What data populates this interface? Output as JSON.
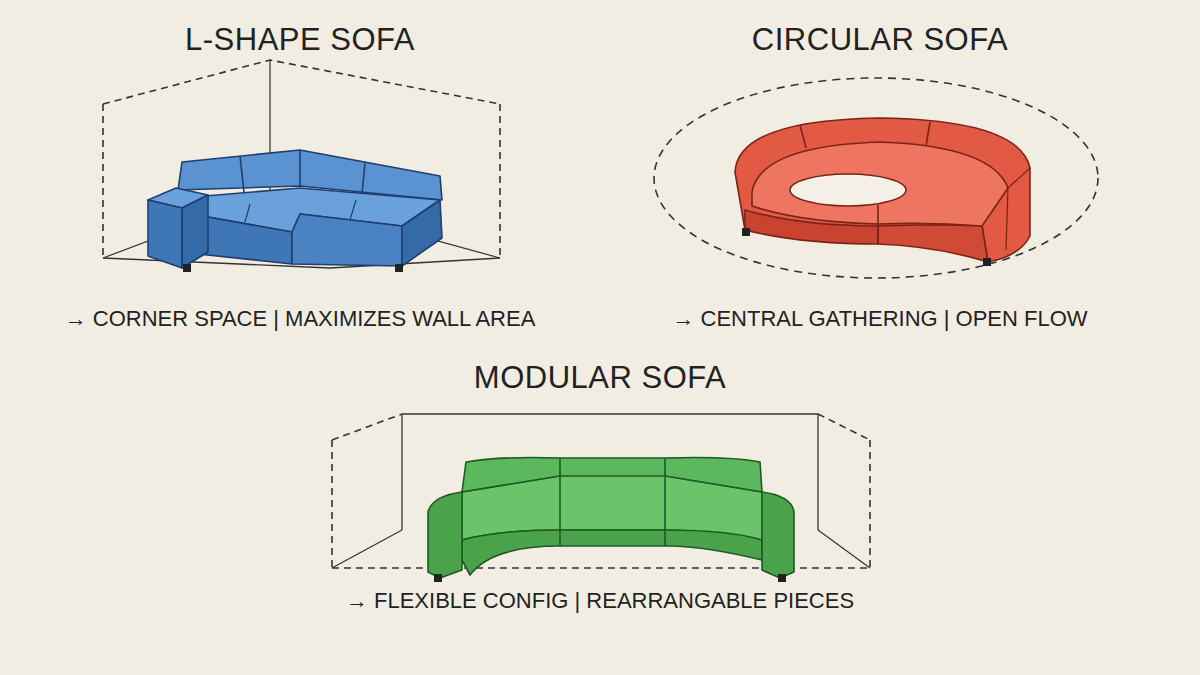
{
  "diagram": {
    "nodes": [
      {
        "text": [
          "L-SHAPE SOFA",
          "→ CORNER SPACE | MAXIMIZES WALL AREA"
        ]
      },
      {
        "text": [
          "CIRCULAR SOFA",
          "→ CENTRAL GATHERING | OPEN FLOW"
        ]
      },
      {
        "text": [
          "MODULAR SOFA",
          "→ FLEXIBLE CONFIG | REARRANGABLE PIECES"
        ]
      }
    ]
  }
}
